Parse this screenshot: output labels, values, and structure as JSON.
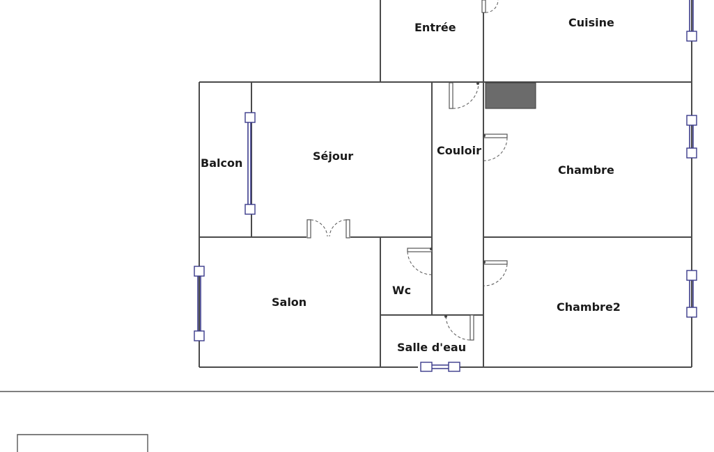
{
  "rooms": {
    "entree": "Entrée",
    "cuisine": "Cuisine",
    "balcon": "Balcon",
    "sejour": "Séjour",
    "couloir": "Couloir",
    "chambre": "Chambre",
    "wc": "Wc",
    "salon": "Salon",
    "chambre2": "Chambre2",
    "salle_deau": "Salle d'eau"
  },
  "colors": {
    "wall": "#4a4a4a",
    "window": "#3a3a8a",
    "service_block": "#6b6b6b"
  }
}
